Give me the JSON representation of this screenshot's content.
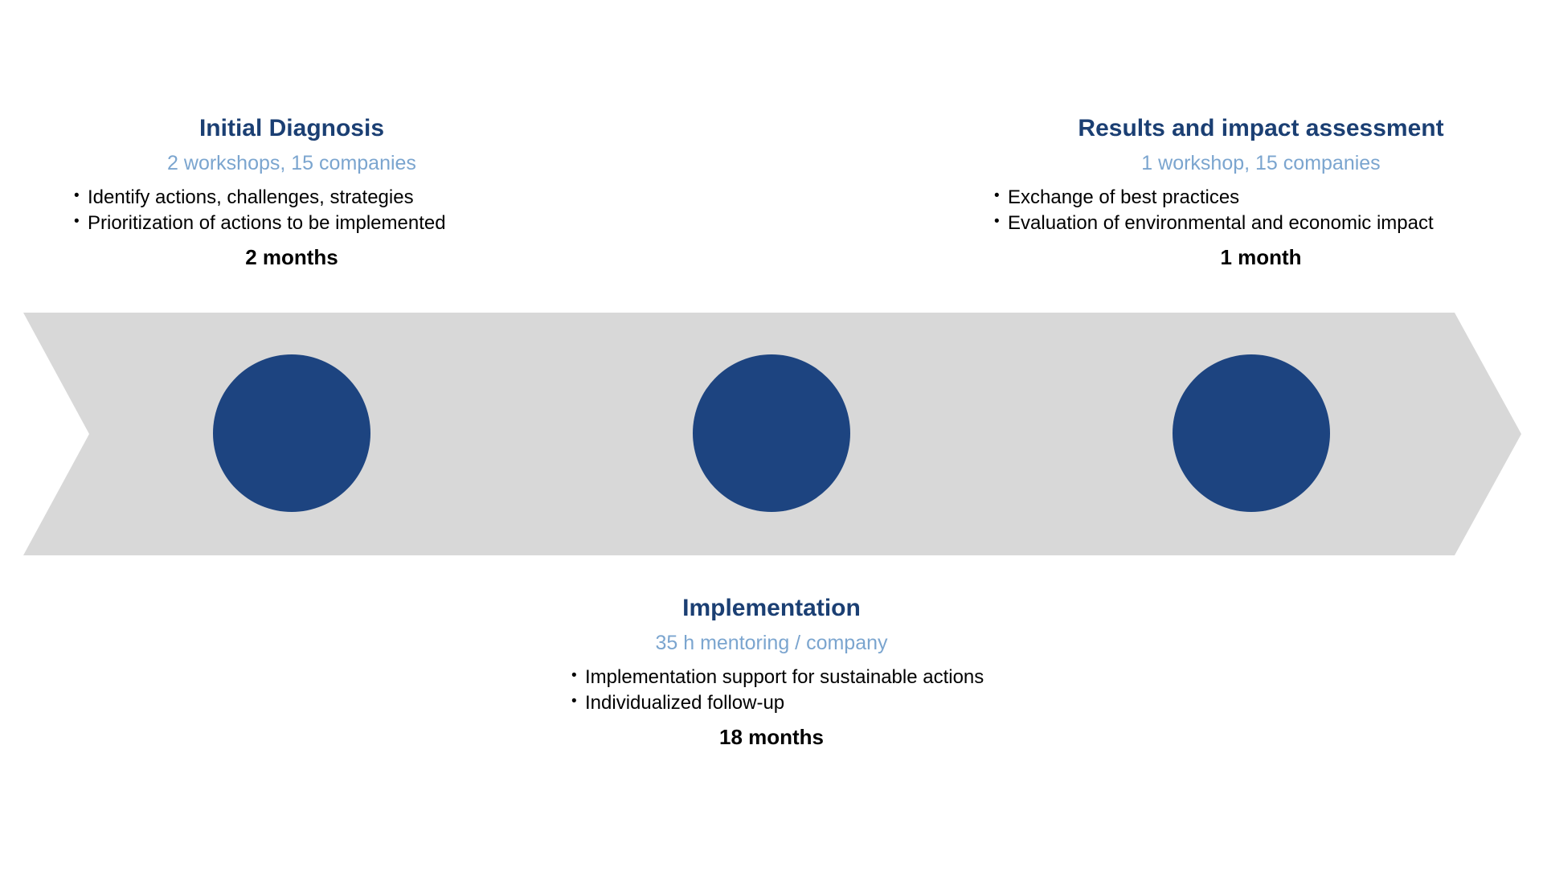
{
  "diagram": {
    "type": "process-timeline-arrow",
    "colors": {
      "banner_fill": "#d8d8d8",
      "milestone_fill": "#1d4480",
      "title": "#1b3f73",
      "subtitle": "#7ba5cf",
      "body_text": "#000000",
      "background": "#ffffff"
    },
    "banner": {
      "label": "process-arrow-banner",
      "direction": "right"
    },
    "milestones": [
      {
        "name": "milestone-1"
      },
      {
        "name": "milestone-2"
      },
      {
        "name": "milestone-3"
      }
    ],
    "phases": [
      {
        "title": "Initial Diagnosis",
        "subtitle": "2 workshops, 15 companies",
        "bullets": [
          "Identify actions, challenges, strategies",
          "Prioritization of actions to be implemented"
        ],
        "duration": "2 months"
      },
      {
        "title": "Implementation",
        "subtitle": "35 h mentoring / company",
        "bullets": [
          "Implementation support for sustainable actions",
          "Individualized follow-up"
        ],
        "duration": "18 months"
      },
      {
        "title": "Results and impact assessment",
        "subtitle": "1 workshop, 15 companies",
        "bullets": [
          "Exchange of best practices",
          "Evaluation of environmental and economic impact"
        ],
        "duration": "1 month"
      }
    ]
  }
}
